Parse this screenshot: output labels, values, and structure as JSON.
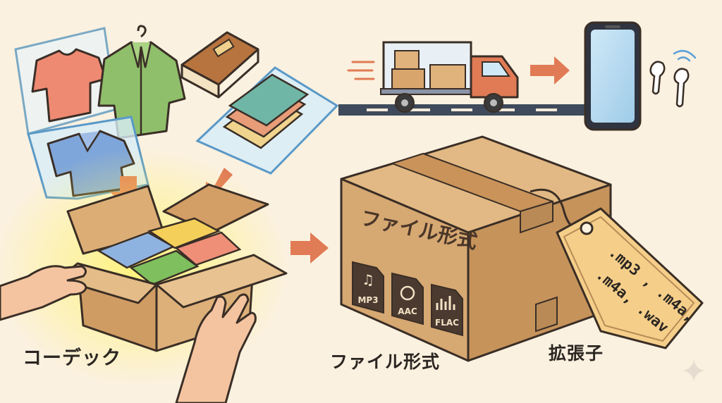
{
  "labels": {
    "codec": "コーデック",
    "file_format": "ファイル形式",
    "extension": "拡張子",
    "box_print": "ファイル形式"
  },
  "format_icons": [
    "MP3",
    "AAC",
    "FLAC"
  ],
  "tag_lines": [
    ".mp3 , .m4a,",
    ".m4a, .wav"
  ],
  "colors": {
    "background": "#fbf1e0",
    "cardboard": "#d6a872",
    "cardboard_dark": "#b98a55",
    "arrow": "#e07b55",
    "outline": "#3a2e26",
    "tag": "#f5cf8a"
  }
}
